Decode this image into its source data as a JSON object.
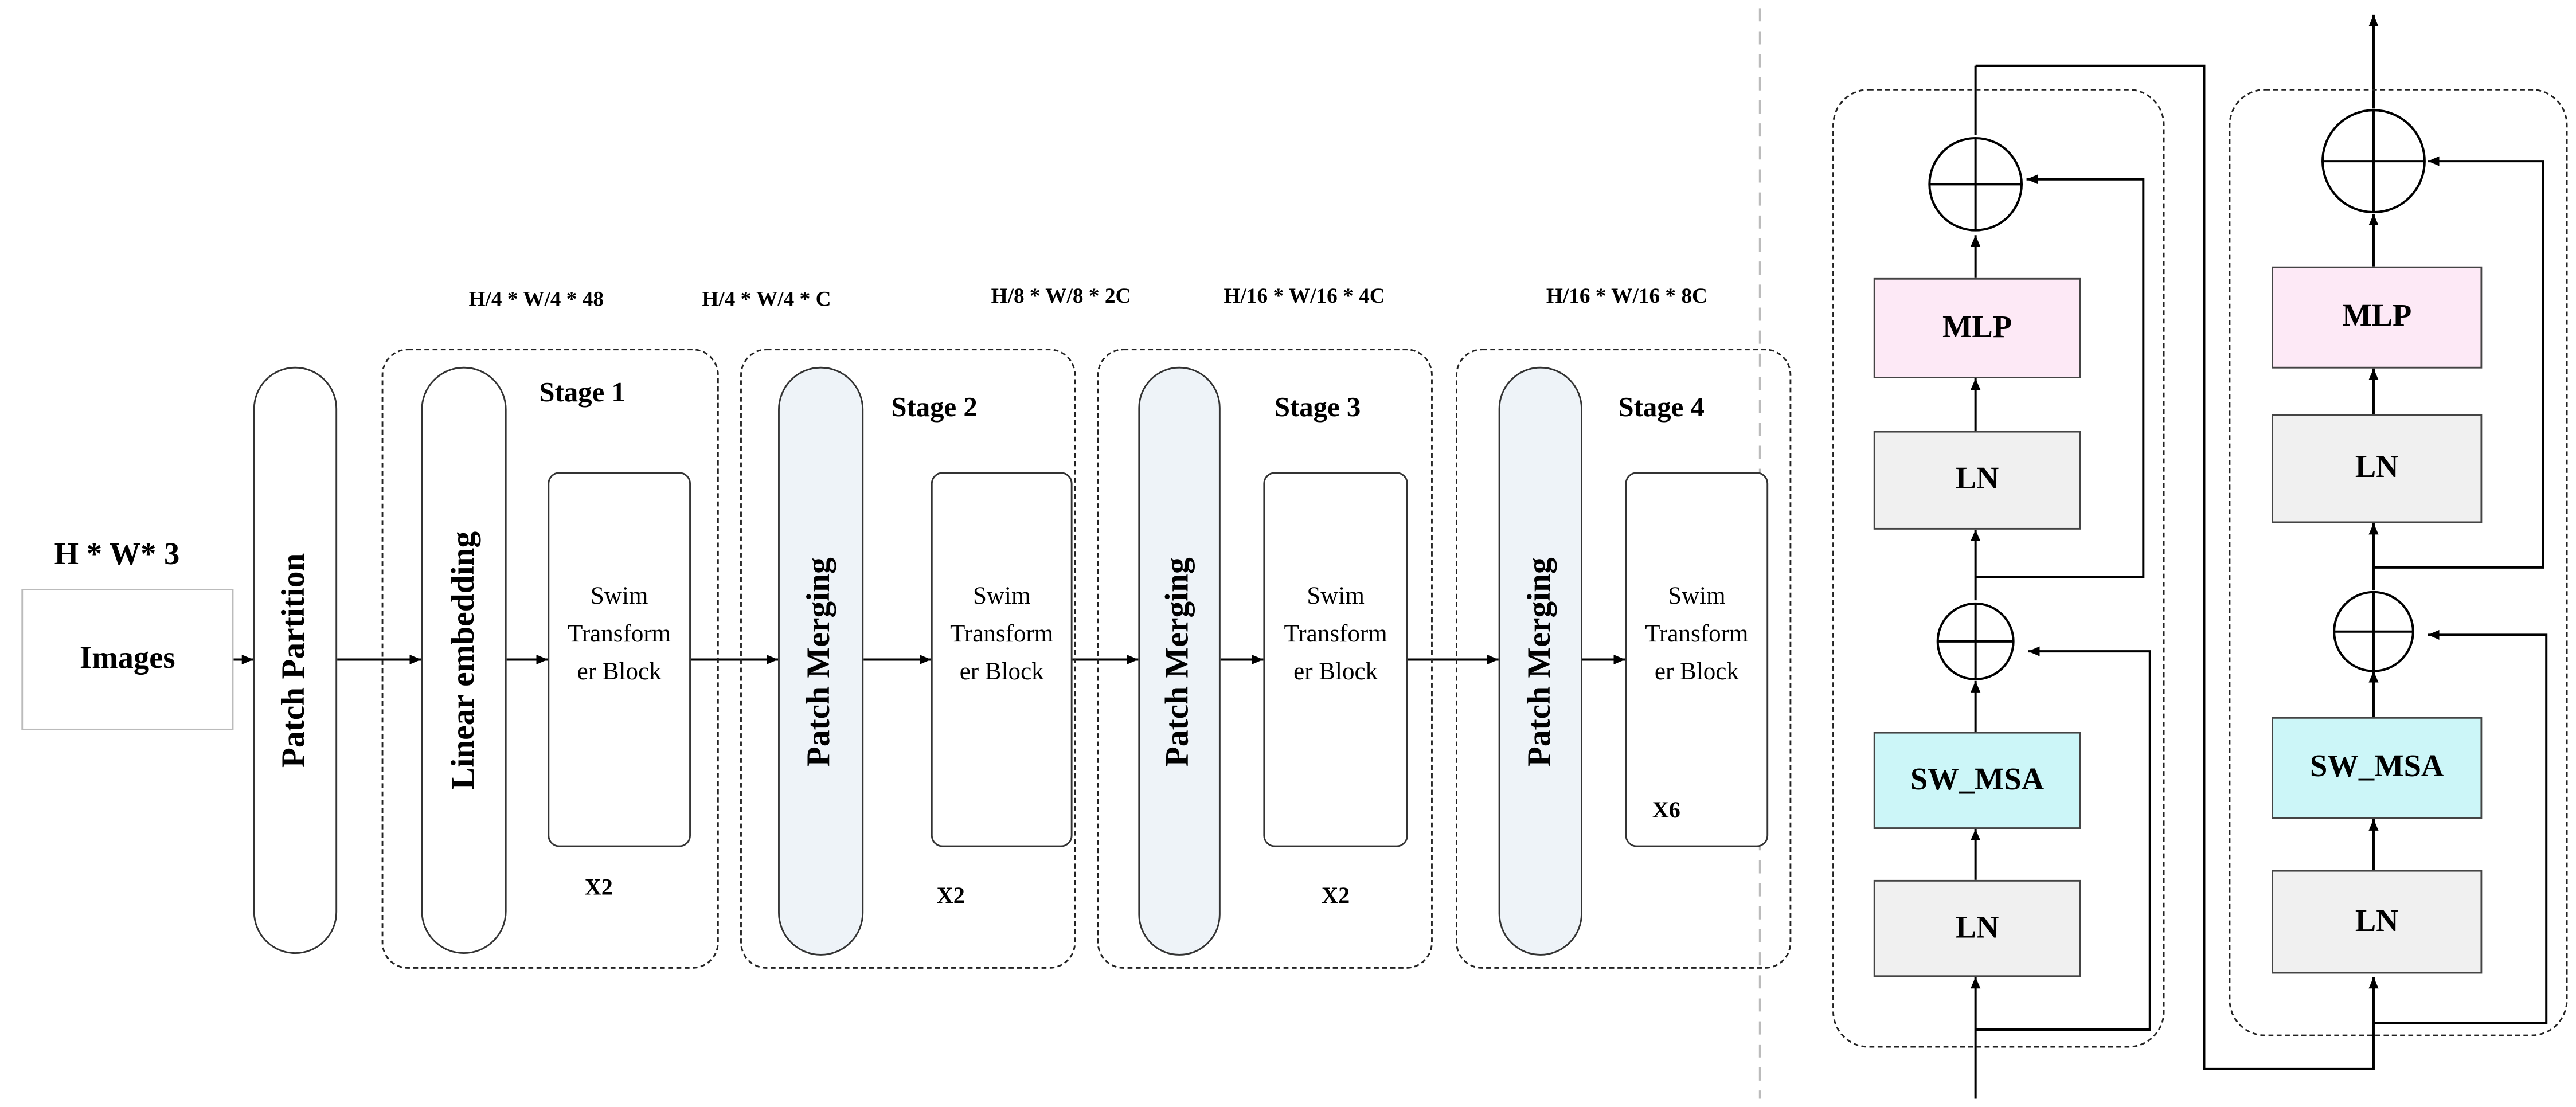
{
  "input": {
    "dims": "H * W* 3",
    "label": "Images"
  },
  "patch_partition": "Patch Partition",
  "dims": {
    "d1": "H/4 * W/4 * 48",
    "d2": "H/4 * W/4 * C",
    "d3": "H/8 * W/8 * 2C",
    "d4": "H/16 * W/16 * 4C",
    "d5": "H/16 * W/16 * 8C"
  },
  "stages": [
    {
      "title": "Stage 1",
      "entry": "Linear embedding",
      "block": [
        "Swim",
        "Transform",
        "er Block"
      ],
      "repeat": "X2"
    },
    {
      "title": "Stage 2",
      "entry": "Patch Merging",
      "block": [
        "Swim",
        "Transform",
        "er Block"
      ],
      "repeat": "X2"
    },
    {
      "title": "Stage 3",
      "entry": "Patch Merging",
      "block": [
        "Swim",
        "Transform",
        "er Block"
      ],
      "repeat": "X2"
    },
    {
      "title": "Stage 4",
      "entry": "Patch Merging",
      "block": [
        "Swim",
        "Transform",
        "er Block"
      ],
      "repeat": "X6"
    }
  ],
  "detail_blocks": [
    {
      "mlp": "MLP",
      "ln_top": "LN",
      "attention": "SW_MSA",
      "ln_bottom": "LN"
    },
    {
      "mlp": "MLP",
      "ln_top": "LN",
      "attention": "SW_MSA",
      "ln_bottom": "LN"
    }
  ],
  "colors": {
    "mlp": "#fde9f6",
    "ln": "#f0f0f0",
    "sw_msa": "#ccf6f8",
    "merging": "#eef3f8"
  }
}
